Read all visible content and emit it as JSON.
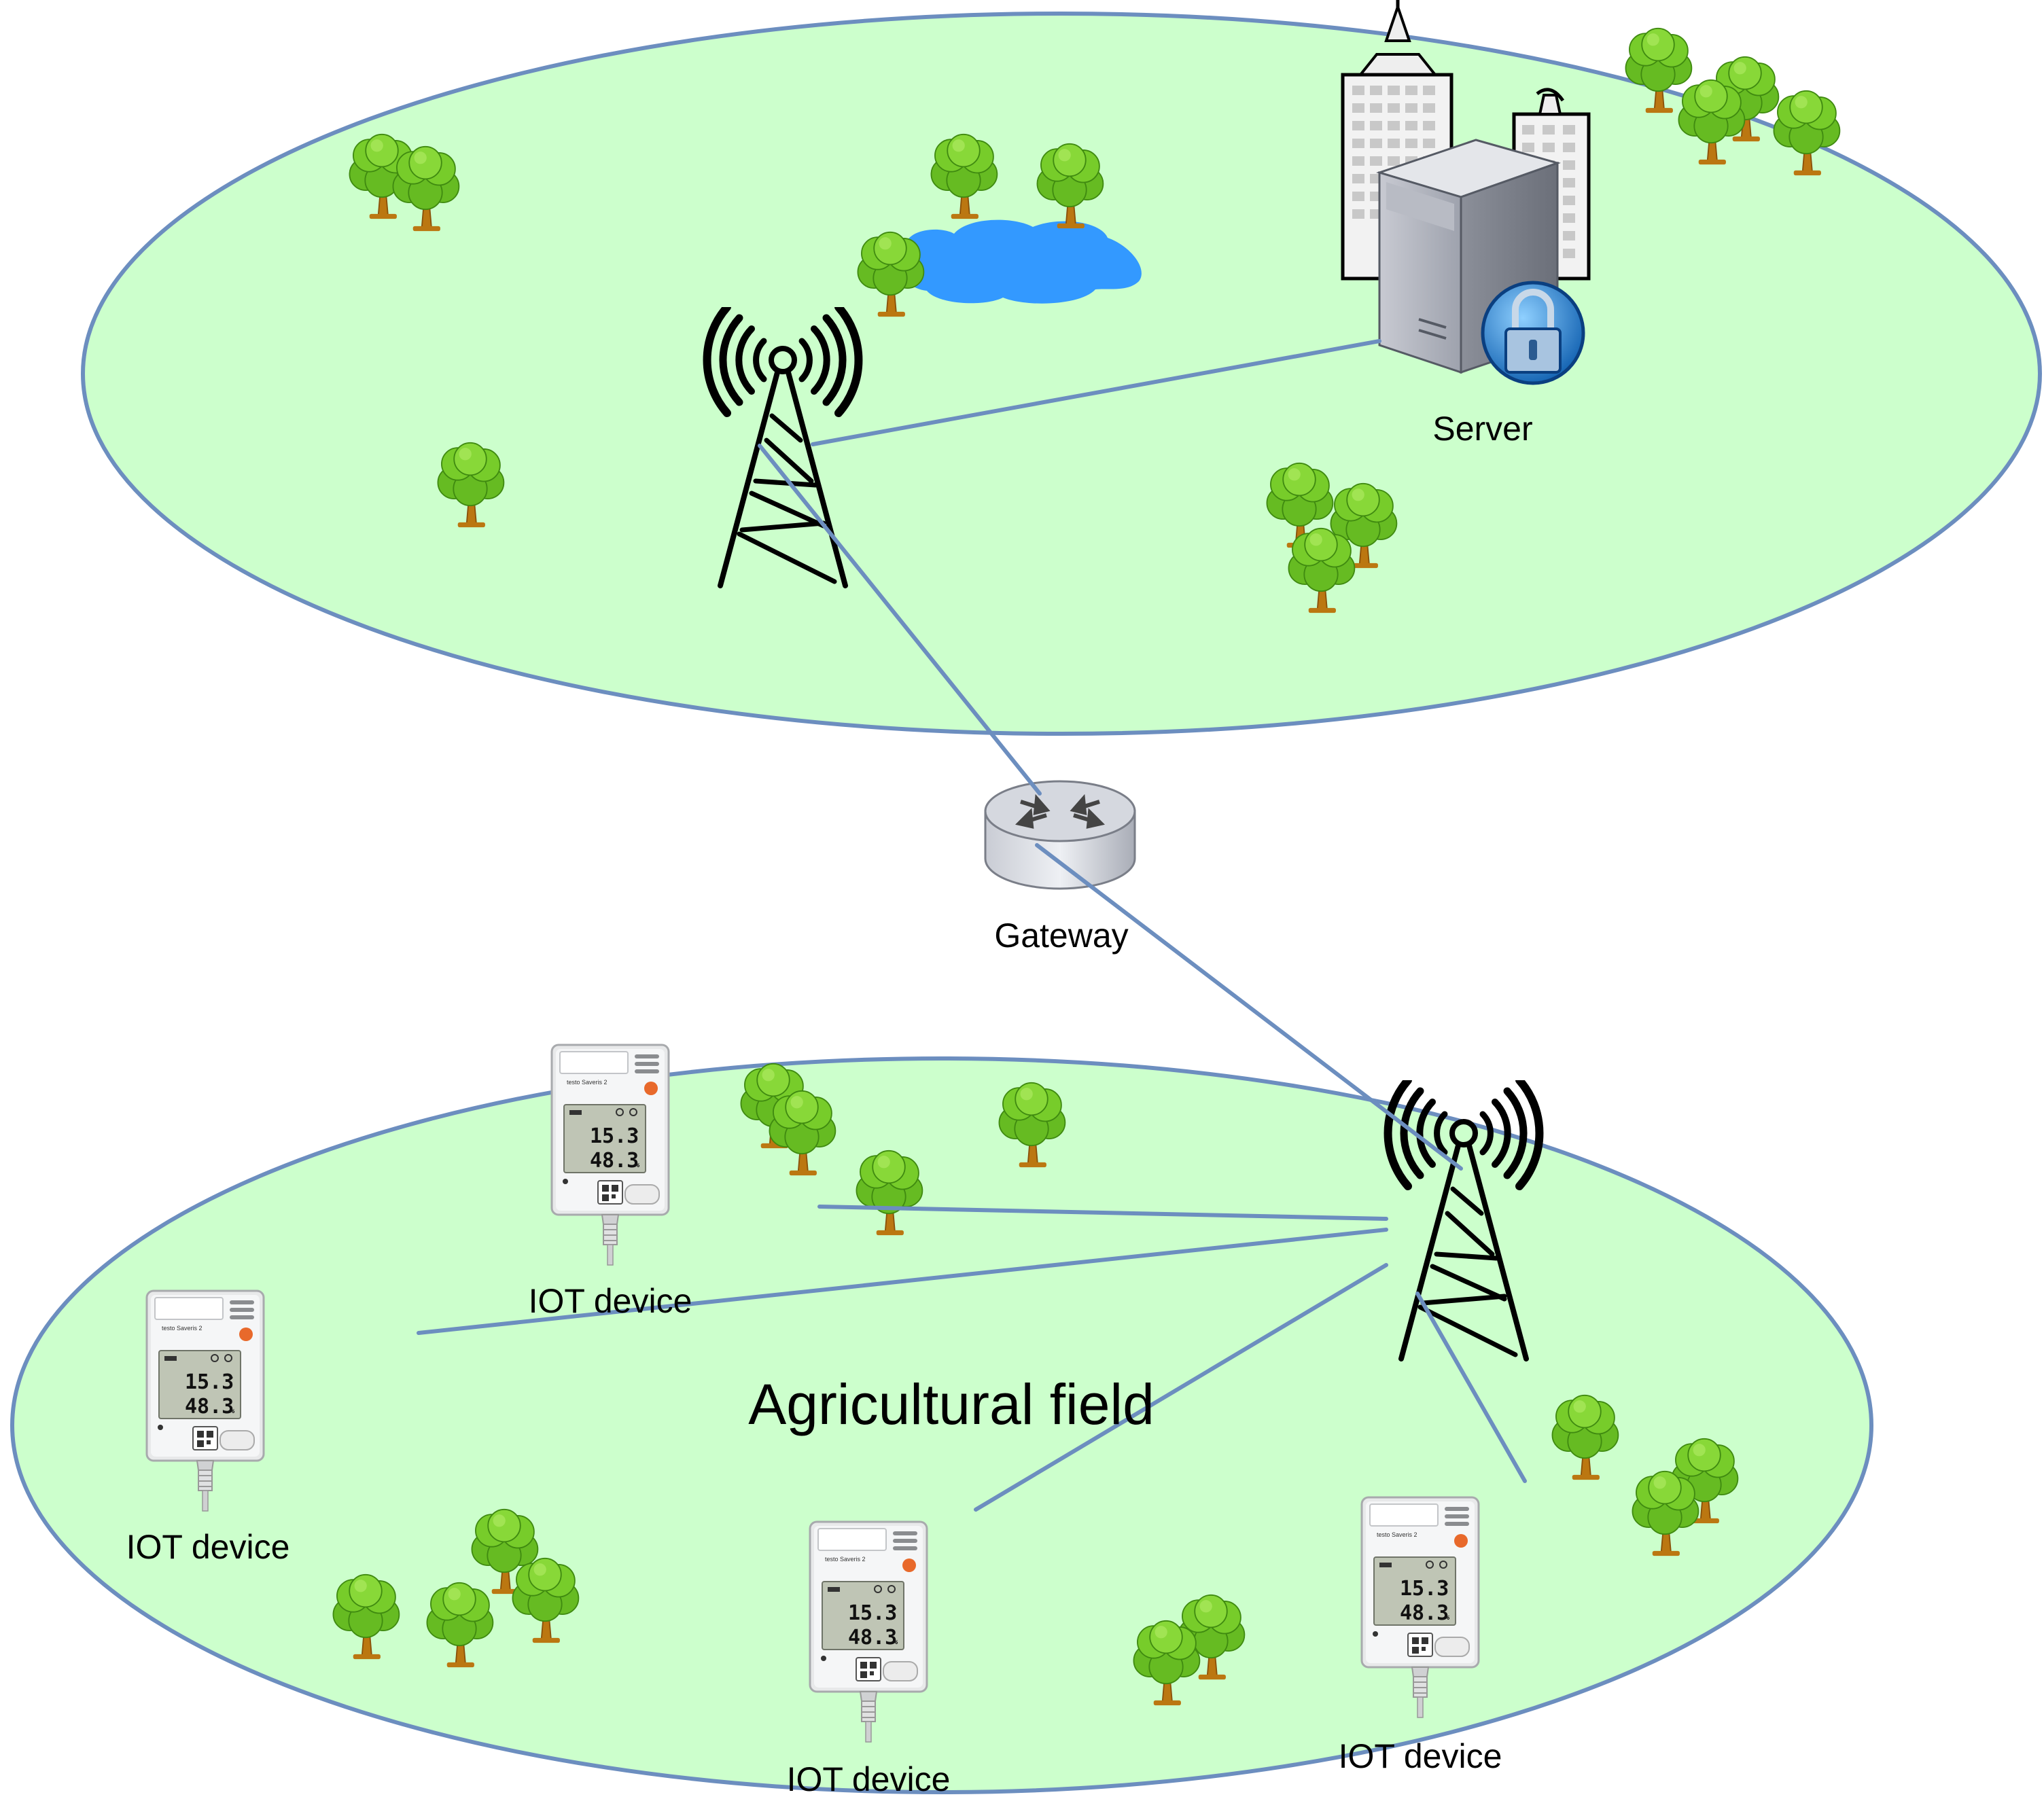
{
  "labels": {
    "server": "Server",
    "gateway": "Gateway",
    "field": "Agricultural field",
    "iot_device": "IOT device"
  },
  "device_screen": {
    "brand": "testo Saveris 2",
    "temperature": "15.3",
    "temperature_unit": "°",
    "humidity": "48.3",
    "humidity_unit": "%"
  },
  "colors": {
    "region_fill": "#ccffcc",
    "region_stroke": "#6c8ebf",
    "link": "#6c8ebf",
    "lake": "#3399ff",
    "tree_canopy": "#66bb22",
    "tree_trunk": "#bb7711"
  },
  "icons": [
    "cell-tower-icon",
    "server-icon",
    "lock-icon",
    "building-icon",
    "router-icon",
    "tree-icon",
    "lake-icon",
    "iot-sensor-icon"
  ]
}
